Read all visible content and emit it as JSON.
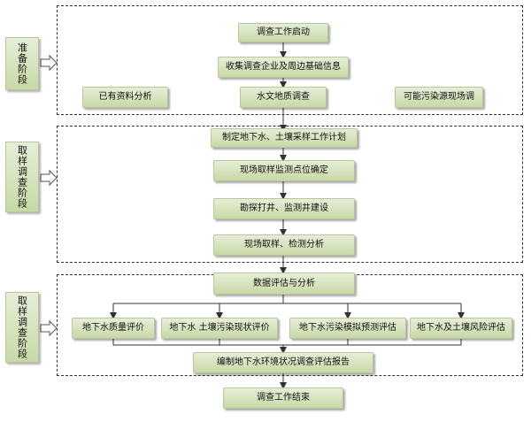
{
  "stages": {
    "prep": "准备阶段",
    "sampling": "取样调查阶段",
    "evaluation": "取样调查阶段"
  },
  "nodes": {
    "start": "调查工作启动",
    "collect": "收集调查企业及周边基础信息",
    "existing": "已有资料分析",
    "hydro": "水文地质调查",
    "pollution_site": "可能污染源现场调",
    "plan": "制定地下水、土壤采样工作计划",
    "points": "现场取样监测点位确定",
    "drilling": "勘探打井、监测井建设",
    "sampling": "现场取样、检测分析",
    "data_eval": "数据评估与分析",
    "gw_quality": "地下水质量评价",
    "soil_status": "地下水 土壤污染现状评价",
    "gw_model": "地下水污染模拟预测评估",
    "risk": "地下水及土壤风险评估",
    "report": "编制地下水环境状况调查评估报告",
    "end": "调查工作结束"
  },
  "colors": {
    "box_fill_top": "#e6eed8",
    "box_fill_bottom": "#c7d9a6",
    "box_border": "#b7c79a",
    "line": "#333333"
  }
}
